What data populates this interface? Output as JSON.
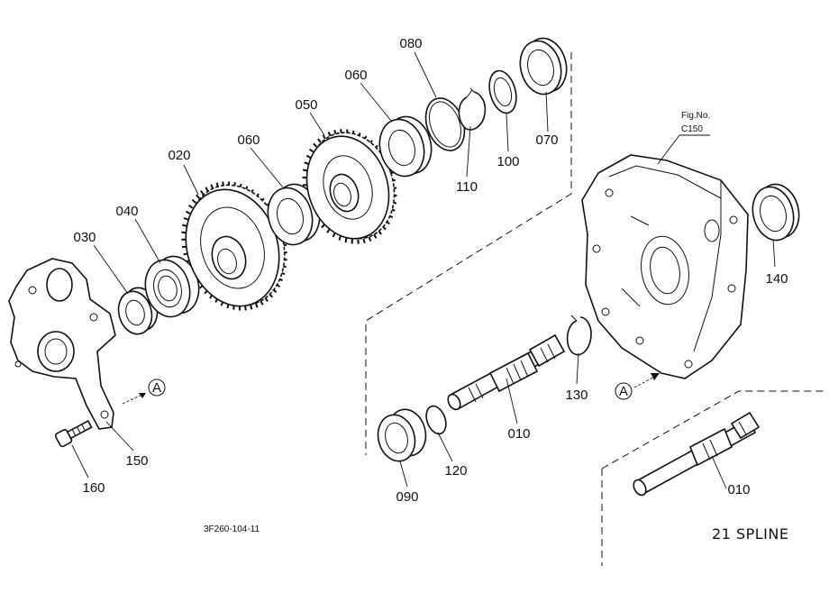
{
  "figure": {
    "fig_no_label": "Fig.No.",
    "fig_no_value": "C150",
    "drawing_code": "3F260-104-11",
    "spline_note": "21 SPLINE",
    "arrow_marker": "A"
  },
  "parts": [
    {
      "ref": "010"
    },
    {
      "ref": "020"
    },
    {
      "ref": "030"
    },
    {
      "ref": "040"
    },
    {
      "ref": "050"
    },
    {
      "ref": "060"
    },
    {
      "ref": "070"
    },
    {
      "ref": "080"
    },
    {
      "ref": "090"
    },
    {
      "ref": "100"
    },
    {
      "ref": "110"
    },
    {
      "ref": "120"
    },
    {
      "ref": "130"
    },
    {
      "ref": "140"
    },
    {
      "ref": "150"
    },
    {
      "ref": "160"
    }
  ]
}
